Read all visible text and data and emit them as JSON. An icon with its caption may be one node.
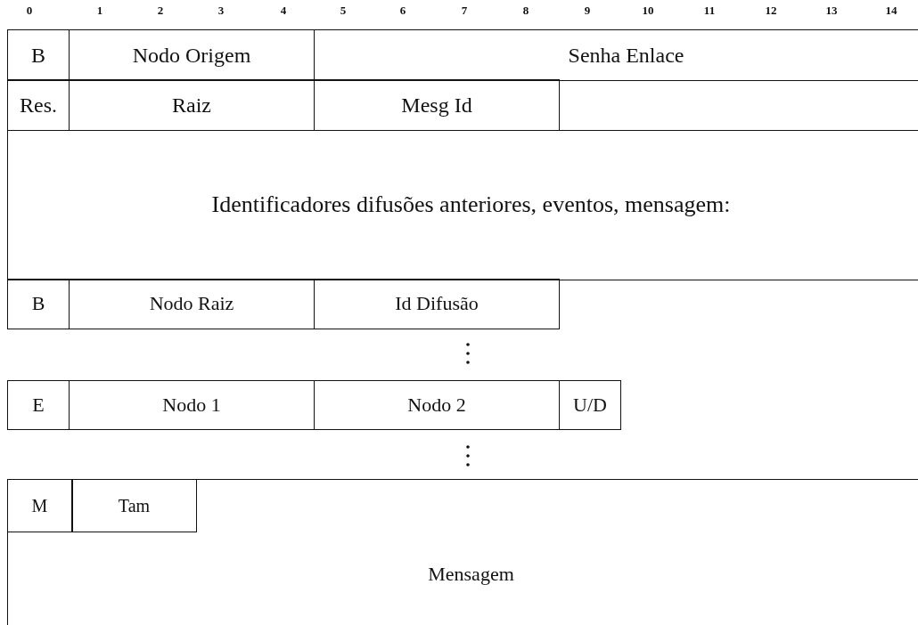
{
  "diagram": {
    "nodes": [
      {
        "text": [
          "B"
        ]
      },
      {
        "text": [
          "Nodo Origem"
        ]
      },
      {
        "text": [
          "Senha Enlace"
        ]
      },
      {
        "text": [
          "Res."
        ]
      },
      {
        "text": [
          "Raiz"
        ]
      },
      {
        "text": [
          "Mesg Id"
        ]
      },
      {
        "text": [
          "Identificadores difusões anteriores, eventos, mensagem:"
        ]
      },
      {
        "text": [
          "B"
        ]
      },
      {
        "text": [
          "Nodo Raiz"
        ]
      },
      {
        "text": [
          "Id Difusão"
        ]
      },
      {
        "text": [
          "E"
        ]
      },
      {
        "text": [
          "Nodo 1"
        ]
      },
      {
        "text": [
          "Nodo 2"
        ]
      },
      {
        "text": [
          "U/D"
        ]
      },
      {
        "text": [
          "Mensagem"
        ]
      },
      {
        "text": [
          "M"
        ],
        "in": 14
      },
      {
        "text": [
          "Tam"
        ],
        "in": 14
      }
    ],
    "labels": [
      "0",
      "1",
      "2",
      "3",
      "4",
      "5",
      "6",
      "7",
      "8",
      "9",
      "10",
      "11",
      "12",
      "13",
      "14"
    ]
  }
}
